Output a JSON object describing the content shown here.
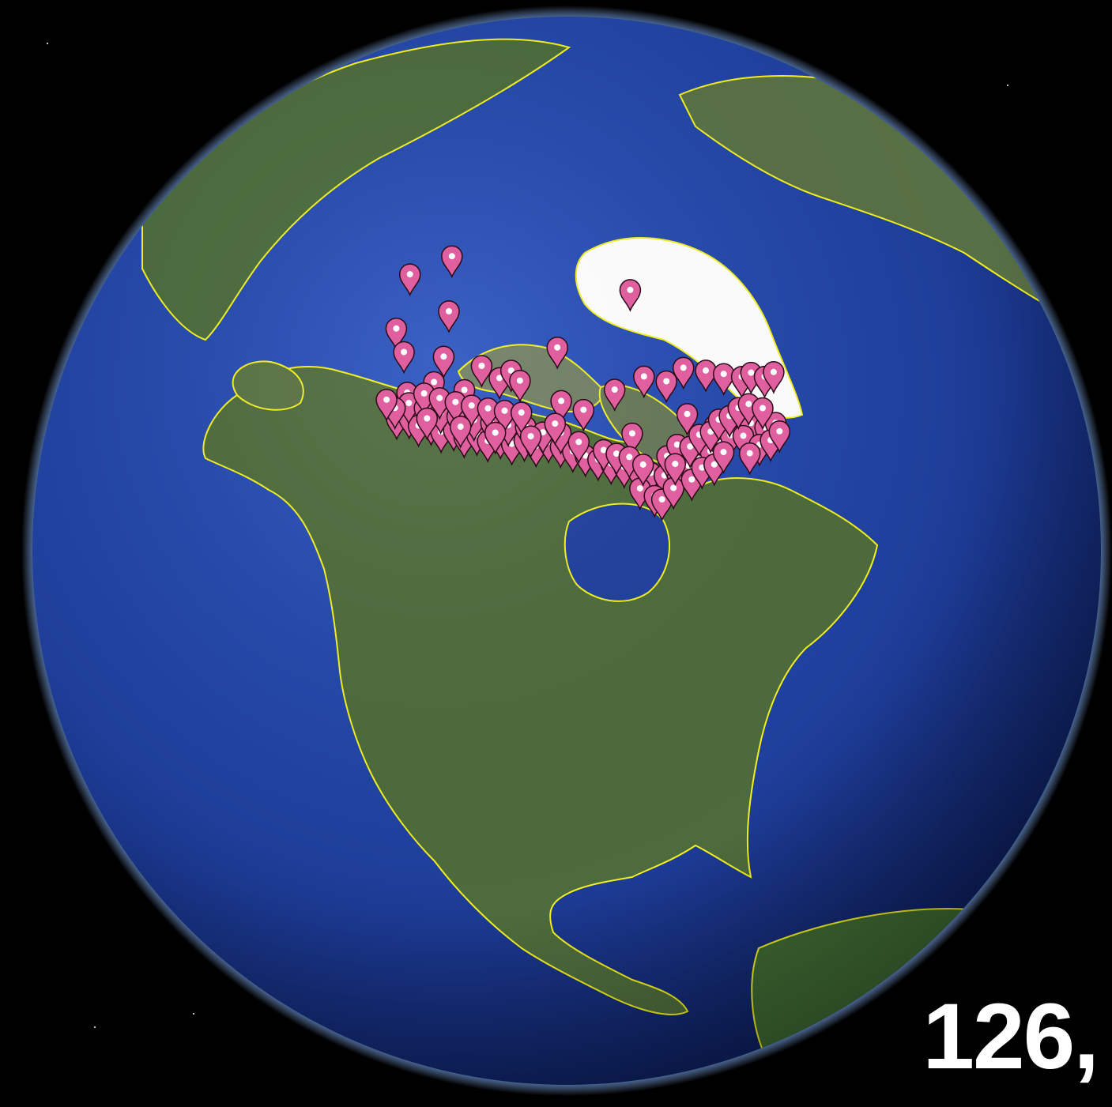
{
  "overlay": {
    "count_text": "126,"
  },
  "colors": {
    "space": "#000000",
    "ocean": "#1f3f9c",
    "land": "#4d6b3c",
    "ice": "#ffffff",
    "border": "#f2f01e",
    "marker": "#e0609f",
    "marker_outline": "#2a0a18"
  },
  "icons": {
    "marker": "map-pin-icon"
  },
  "markers": [
    {
      "lon": -130,
      "lat": 68
    },
    {
      "lon": -137,
      "lat": 64
    },
    {
      "lon": -123,
      "lat": 62
    },
    {
      "lon": -97,
      "lat": 60
    },
    {
      "lon": -78,
      "lat": 66
    },
    {
      "lon": -86,
      "lat": 55
    },
    {
      "lon": -132,
      "lat": 58
    },
    {
      "lon": -128,
      "lat": 56
    },
    {
      "lon": -120,
      "lat": 57
    },
    {
      "lon": -112,
      "lat": 57
    },
    {
      "lon": -108,
      "lat": 56
    },
    {
      "lon": -106,
      "lat": 57
    },
    {
      "lon": -104,
      "lat": 56
    },
    {
      "lon": -80,
      "lat": 56
    },
    {
      "lon": -76,
      "lat": 55
    },
    {
      "lon": -72,
      "lat": 56
    },
    {
      "lon": -68,
      "lat": 55
    },
    {
      "lon": -65,
      "lat": 54
    },
    {
      "lon": -62,
      "lat": 53
    },
    {
      "lon": -60,
      "lat": 53
    },
    {
      "lon": -58,
      "lat": 52
    },
    {
      "lon": -56,
      "lat": 52
    },
    {
      "lon": -96,
      "lat": 54
    },
    {
      "lon": -92,
      "lat": 53
    },
    {
      "lon": -114,
      "lat": 54
    },
    {
      "lon": -120,
      "lat": 54
    },
    {
      "lon": -124,
      "lat": 52
    },
    {
      "lon": -74,
      "lat": 51
    },
    {
      "lon": -84,
      "lat": 50
    },
    {
      "lon": -70,
      "lat": 49
    },
    {
      "lon": -66,
      "lat": 49
    },
    {
      "lon": -64,
      "lat": 48
    },
    {
      "lon": -62,
      "lat": 47
    },
    {
      "lon": -60,
      "lat": 47
    },
    {
      "lon": -124,
      "lat": 49
    },
    {
      "lon": -122,
      "lat": 49.5
    },
    {
      "lon": -120,
      "lat": 49
    },
    {
      "lon": -118,
      "lat": 49.5
    },
    {
      "lon": -116,
      "lat": 49
    },
    {
      "lon": -114,
      "lat": 49.5
    },
    {
      "lon": -112,
      "lat": 49
    },
    {
      "lon": -110,
      "lat": 49.5
    },
    {
      "lon": -108,
      "lat": 49
    },
    {
      "lon": -106,
      "lat": 49.5
    },
    {
      "lon": -104,
      "lat": 49
    },
    {
      "lon": -102,
      "lat": 49.5
    },
    {
      "lon": -100,
      "lat": 49
    },
    {
      "lon": -98,
      "lat": 49.5
    },
    {
      "lon": -96,
      "lat": 49
    },
    {
      "lon": -94,
      "lat": 48.5
    },
    {
      "lon": -92,
      "lat": 48
    },
    {
      "lon": -90,
      "lat": 47.5
    },
    {
      "lon": -88,
      "lat": 47
    },
    {
      "lon": -86,
      "lat": 46.5
    },
    {
      "lon": -84,
      "lat": 46
    },
    {
      "lon": -82,
      "lat": 45.5
    },
    {
      "lon": -80,
      "lat": 45
    },
    {
      "lon": -78,
      "lat": 45
    },
    {
      "lon": -76,
      "lat": 45.5
    },
    {
      "lon": -74,
      "lat": 46
    },
    {
      "lon": -72,
      "lat": 46.5
    },
    {
      "lon": -70,
      "lat": 47
    },
    {
      "lon": -68,
      "lat": 47.5
    },
    {
      "lon": -66,
      "lat": 47
    },
    {
      "lon": -123,
      "lat": 51
    },
    {
      "lon": -120,
      "lat": 51
    },
    {
      "lon": -117,
      "lat": 51
    },
    {
      "lon": -114,
      "lat": 51
    },
    {
      "lon": -111,
      "lat": 51
    },
    {
      "lon": -108,
      "lat": 51
    },
    {
      "lon": -105,
      "lat": 51
    },
    {
      "lon": -102,
      "lat": 51
    },
    {
      "lon": -99,
      "lat": 50.5
    },
    {
      "lon": -96,
      "lat": 50.5
    },
    {
      "lon": -121,
      "lat": 52.5
    },
    {
      "lon": -118,
      "lat": 52.5
    },
    {
      "lon": -115,
      "lat": 52.5
    },
    {
      "lon": -112,
      "lat": 52.5
    },
    {
      "lon": -109,
      "lat": 52.5
    },
    {
      "lon": -106,
      "lat": 52.5
    },
    {
      "lon": -103,
      "lat": 52.5
    },
    {
      "lon": -84,
      "lat": 44
    },
    {
      "lon": -82,
      "lat": 43
    },
    {
      "lon": -81,
      "lat": 42.5
    },
    {
      "lon": -79,
      "lat": 43.5
    },
    {
      "lon": -76,
      "lat": 44
    },
    {
      "lon": -79,
      "lat": 47
    },
    {
      "lon": -77,
      "lat": 48
    },
    {
      "lon": -75,
      "lat": 47.5
    },
    {
      "lon": -73,
      "lat": 48.5
    },
    {
      "lon": -71,
      "lat": 48.5
    },
    {
      "lon": -69,
      "lat": 49.5
    },
    {
      "lon": -67,
      "lat": 49.5
    },
    {
      "lon": -65,
      "lat": 50
    },
    {
      "lon": -63,
      "lat": 50
    },
    {
      "lon": -61,
      "lat": 49
    },
    {
      "lon": -64,
      "lat": 45.5
    },
    {
      "lon": -62,
      "lat": 45.5
    },
    {
      "lon": -66,
      "lat": 45
    },
    {
      "lon": -60,
      "lat": 46
    },
    {
      "lon": -125,
      "lat": 50
    },
    {
      "lon": -127,
      "lat": 50.5
    },
    {
      "lon": -119,
      "lat": 50
    },
    {
      "lon": -113,
      "lat": 50
    },
    {
      "lon": -107,
      "lat": 50
    },
    {
      "lon": -101,
      "lat": 50
    },
    {
      "lon": -97,
      "lat": 51.5
    },
    {
      "lon": -93,
      "lat": 49.5
    },
    {
      "lon": -89,
      "lat": 48.5
    },
    {
      "lon": -87,
      "lat": 48
    },
    {
      "lon": -85,
      "lat": 47.5
    },
    {
      "lon": -83,
      "lat": 46.5
    },
    {
      "lon": -78,
      "lat": 46
    },
    {
      "lon": -74,
      "lat": 45
    },
    {
      "lon": -72,
      "lat": 45
    },
    {
      "lon": -70,
      "lat": 46
    }
  ]
}
